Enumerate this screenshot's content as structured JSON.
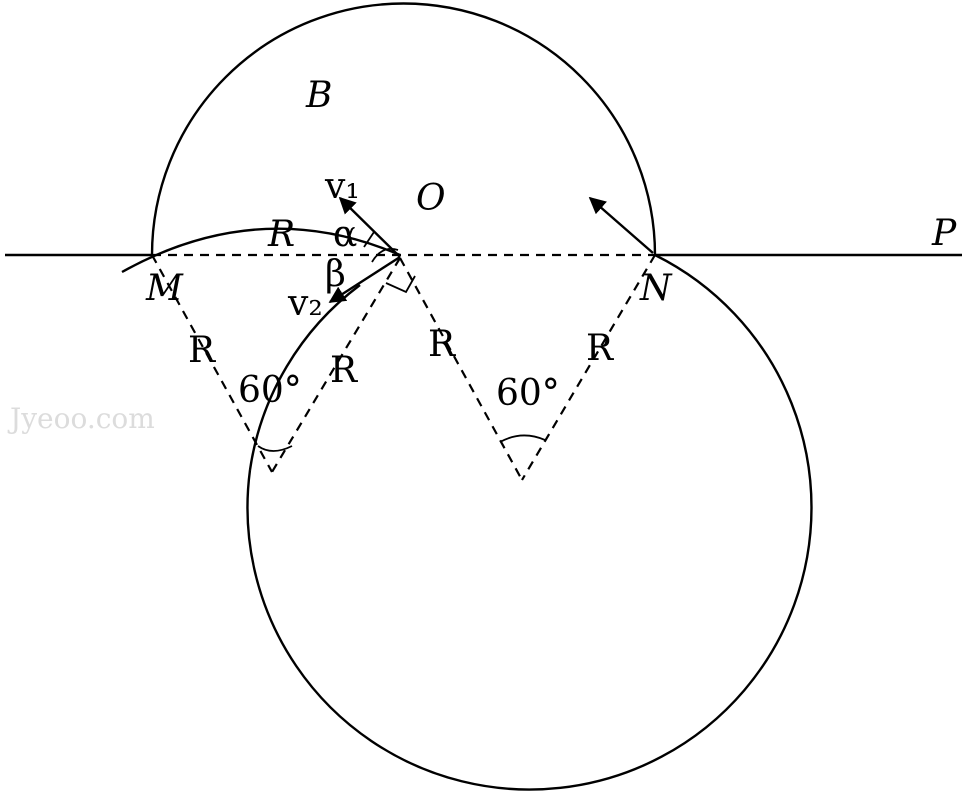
{
  "labels": {
    "B": "B",
    "O": "O",
    "P": "P",
    "M": "M",
    "N": "N",
    "R_upper": "R",
    "R_m": "R",
    "R_mid": "R",
    "R_left_center": "R",
    "R_right_center": "R",
    "v1": "v₁",
    "v2": "v₂",
    "alpha": "α",
    "beta": "β",
    "angle_left": "60°",
    "angle_right": "60°"
  },
  "watermark": "Jyeoo.com"
}
